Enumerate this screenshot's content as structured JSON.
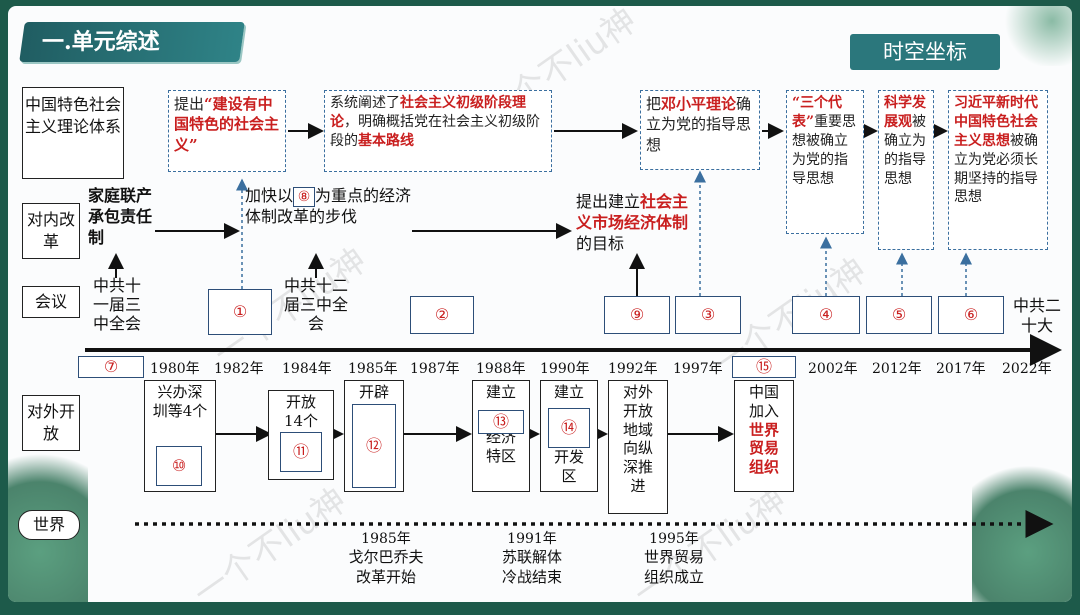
{
  "header": {
    "title": "一.单元综述",
    "tag": "时空坐标"
  },
  "rows": {
    "theory": "中国特色社会主义理论体系",
    "reform": "对内改革",
    "meeting": "会议",
    "open": "对外开放",
    "world": "世界"
  },
  "theory": {
    "b1_pre": "提出",
    "b1_red": "“建设有中国特色的社会主义”",
    "b2_pre": "系统阐述了",
    "b2_red": "社会主义初级阶段理论",
    "b2_mid": "，明确概括党在社会主义初级阶段的",
    "b2_red2": "基本路线",
    "b3_pre": "把",
    "b3_red": "邓小平理论",
    "b3_post": "确立为党的指导思想",
    "b4_red": "“三个代表”",
    "b4_post": "重要思想被确立为党的指导思想",
    "b5_red": "科学发展观",
    "b5_post": "被确立为的指导思想",
    "b6_red": "习近平新时代中国特色社会主义思想",
    "b6_post": "被确立为党必须长期坚持的指导思想"
  },
  "reform": {
    "r1": "家庭联产承包责任制",
    "r2_pre": "加快以",
    "r2_num": "⑧",
    "r2_post": "为重点的经济体制改革的步伐",
    "r3_pre": "提出建立",
    "r3_red": "社会主义市场经济体制",
    "r3_post": "的目标"
  },
  "meetings": {
    "m1": "中共十一届三中全会",
    "m2": "中共十二届三中全会",
    "m3": "中共二十大"
  },
  "nums": {
    "n1": "①",
    "n2": "②",
    "n3": "③",
    "n4": "④",
    "n5": "⑤",
    "n6": "⑥",
    "n7": "⑦",
    "n9": "⑨",
    "n10": "⑩",
    "n11": "⑪",
    "n12": "⑫",
    "n13": "⑬",
    "n14": "⑭",
    "n15": "⑮"
  },
  "years": [
    "1980年",
    "1982年",
    "1984年",
    "1985年",
    "1987年",
    "1988年",
    "1990年",
    "1992年",
    "1997年",
    "2002年",
    "2012年",
    "2017年",
    "2022年"
  ],
  "open": {
    "o1": "兴办深圳等4个",
    "o2": "开放14个",
    "o3": "开辟",
    "o4_a": "建立",
    "o4_b": "经济特区",
    "o5_a": "建立",
    "o5_b": "开发区",
    "o6": "对外开放地域向纵深推进",
    "o7_pre": "中国加入",
    "o7_red": "世界贸易组织"
  },
  "world": {
    "w1_year": "1985年",
    "w1_a": "戈尔巴乔夫",
    "w1_b": "改革开始",
    "w2_year": "1991年",
    "w2_a": "苏联解体",
    "w2_b": "冷战结束",
    "w3_year": "1995年",
    "w3_a": "世界贸易",
    "w3_b": "组织成立"
  },
  "watermark": "一个不liu神"
}
